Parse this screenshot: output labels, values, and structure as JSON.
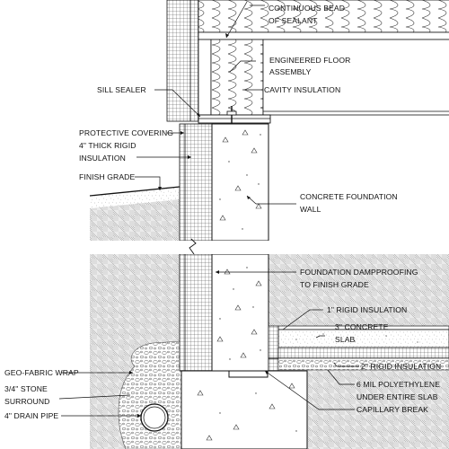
{
  "labels": {
    "continuous_bead": [
      "CONTINUOUS BEAD",
      "OF SEALANT"
    ],
    "engineered_floor": [
      "ENGINEERED FLOOR",
      "ASSEMBLY"
    ],
    "cavity_insulation": "CAVITY INSULATION",
    "sill_sealer": "SILL SEALER",
    "protective_covering": "PROTECTIVE COVERING",
    "rigid_insulation_4": [
      "4\" THICK RIGID",
      "INSULATION"
    ],
    "finish_grade": "FINISH GRADE",
    "concrete_foundation_wall": [
      "CONCRETE FOUNDATION",
      "WALL"
    ],
    "foundation_dampproofing": [
      "FOUNDATION DAMPPROOFING",
      "TO FINISH GRADE"
    ],
    "rigid_insulation_1": "1\" RIGID INSULATION",
    "concrete_slab": [
      "3\" CONCRETE",
      "SLAB"
    ],
    "geo_fabric_wrap": "GEO-FABRIC WRAP",
    "rigid_insulation_2": "2\" RIGID INSULATION",
    "stone_surround": [
      "3/4\" STONE",
      "SURROUND"
    ],
    "polyethylene": [
      "6 MIL POLYETHYLENE",
      "UNDER ENTIRE SLAB"
    ],
    "drain_pipe": "4\" DRAIN PIPE",
    "capillary_break": "CAPILLARY BREAK"
  }
}
